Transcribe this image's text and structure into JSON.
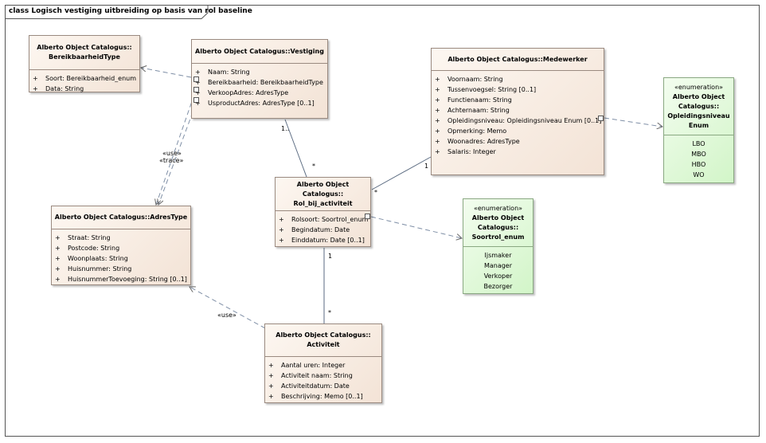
{
  "diagram": {
    "title": "class Logisch vestiging uitbreiding op basis van rol baseline"
  },
  "classes": {
    "bereikbaarheid": {
      "title": "Alberto Object Catalogus:: BereikbaarheidType",
      "attributes": [
        {
          "vis": "+",
          "text": "Soort: Bereikbaarheid_enum"
        },
        {
          "vis": "+",
          "text": "Data: String"
        }
      ]
    },
    "vestiging": {
      "title": "Alberto Object Catalogus::Vestiging",
      "attributes": [
        {
          "vis": "+",
          "text": "Naam: String"
        },
        {
          "vis": "+",
          "text": "Bereikbaarheid: BereikbaarheidType"
        },
        {
          "vis": "+",
          "text": "VerkoopAdres: AdresType"
        },
        {
          "vis": "+",
          "text": "UsproductAdres: AdresType [0..1]"
        }
      ]
    },
    "medewerker": {
      "title": "Alberto Object Catalogus::Medewerker",
      "attributes": [
        {
          "vis": "+",
          "text": "Voornaam: String"
        },
        {
          "vis": "+",
          "text": "Tussenvoegsel: String [0..1]"
        },
        {
          "vis": "+",
          "text": "Functienaam: String"
        },
        {
          "vis": "+",
          "text": "Achternaam: String"
        },
        {
          "vis": "+",
          "text": "Opleidingsniveau: Opleidingsniveau Enum [0..1]"
        },
        {
          "vis": "+",
          "text": "Opmerking: Memo"
        },
        {
          "vis": "+",
          "text": "Woonadres: AdresType"
        },
        {
          "vis": "+",
          "text": "Salaris: Integer"
        }
      ]
    },
    "opleidingsniveau": {
      "stereotype": "«enumeration»",
      "title": "Alberto Object Catalogus:: Opleidingsniveau Enum",
      "literals": [
        "LBO",
        "MBO",
        "HBO",
        "WO"
      ]
    },
    "rol": {
      "title": "Alberto Object Catalogus:: Rol_bij_activiteit",
      "attributes": [
        {
          "vis": "+",
          "text": "Rolsoort: Soortrol_enum"
        },
        {
          "vis": "+",
          "text": "Begindatum: Date"
        },
        {
          "vis": "+",
          "text": "Einddatum: Date [0..1]"
        }
      ]
    },
    "soortrol": {
      "stereotype": "«enumeration»",
      "title": "Alberto Object Catalogus:: Soortrol_enum",
      "literals": [
        "Ijsmaker",
        "Manager",
        "Verkoper",
        "Bezorger"
      ]
    },
    "adrestype": {
      "title": "Alberto Object Catalogus::AdresType",
      "attributes": [
        {
          "vis": "+",
          "text": "Straat: String"
        },
        {
          "vis": "+",
          "text": "Postcode: String"
        },
        {
          "vis": "+",
          "text": "Woonplaats: String"
        },
        {
          "vis": "+",
          "text": "Huisnummer: String"
        },
        {
          "vis": "+",
          "text": "HuisnummerToevoeging: String [0..1]"
        }
      ]
    },
    "activiteit": {
      "title": "Alberto Object Catalogus:: Activiteit",
      "attributes": [
        {
          "vis": "+",
          "text": "Aantal uren: Integer"
        },
        {
          "vis": "+",
          "text": "Activiteit naam: String"
        },
        {
          "vis": "+",
          "text": "Activiteitdatum: Date"
        },
        {
          "vis": "+",
          "text": "Beschrijving: Memo [0..1]"
        }
      ]
    }
  },
  "connector_labels": {
    "use_top": "«use»",
    "trace": "«trace»",
    "use_bottom": "«use»",
    "vestiging_mult": "1..",
    "rol_vest_mult": "*",
    "rol_med_mult": "*",
    "med_mult": "1",
    "rol_act_mult": "1",
    "act_mult": "*"
  },
  "colors": {
    "class_fill": "#f3e3d6",
    "enum_fill": "#d2f5c8",
    "line": "#7f8fa6"
  }
}
